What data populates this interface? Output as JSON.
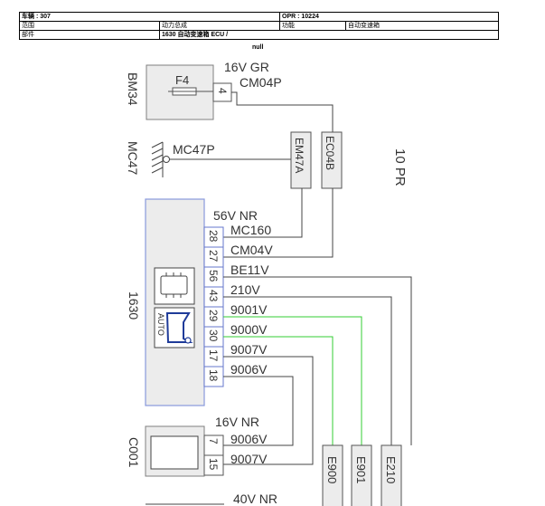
{
  "header": {
    "vehicle_label": "车辆 : 307",
    "opr_label": "OPR : 10224",
    "range_label": "范围",
    "range_value": "动力总成",
    "function_label": "功能",
    "function_value": "自动变速箱",
    "part_label": "部件",
    "part_value": "1630 自动变速箱 ECU /"
  },
  "diagram": {
    "subtitle": "null",
    "bm34": {
      "name": "BM34",
      "fuse": "F4",
      "pin": "4",
      "wire_spec": "16V  GR",
      "connector": "CM04P"
    },
    "mc47": {
      "name": "MC47",
      "connector": "MC47P"
    },
    "connectors": {
      "em47a": "EM47A",
      "ec04b": "EC04B"
    },
    "right_label": "10  PR",
    "ecu": {
      "name": "1630",
      "auto_label": "AUTO",
      "wire_spec": "56V  NR",
      "pins": [
        "28",
        "27",
        "56",
        "43",
        "29",
        "30",
        "17",
        "18"
      ],
      "wires": [
        "MC160",
        "CM04V",
        "BE11V",
        "210V",
        "9001V",
        "9000V",
        "9007V",
        "9006V"
      ]
    },
    "c001": {
      "name": "C001",
      "wire_spec": "16V  NR",
      "pins": [
        "7",
        "15"
      ],
      "wires": [
        "9006V",
        "9007V"
      ]
    },
    "bottom_spec": "40V  NR",
    "terminals": [
      "E900",
      "E901",
      "E210"
    ]
  }
}
